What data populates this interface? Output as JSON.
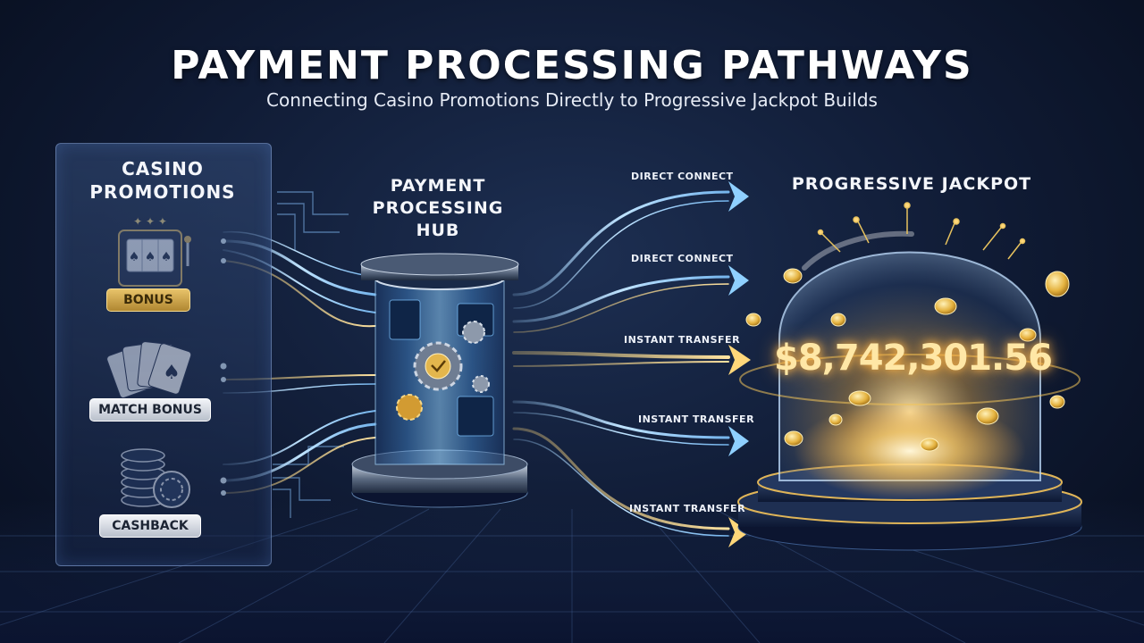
{
  "header": {
    "title": "PAYMENT PROCESSING PATHWAYS",
    "subtitle": "Connecting Casino Promotions Directly to Progressive Jackpot Builds"
  },
  "promotions": {
    "title_line1": "CASINO",
    "title_line2": "PROMOTIONS",
    "items": [
      {
        "label": "BONUS",
        "icon": "slot-machine-icon"
      },
      {
        "label": "MATCH BONUS",
        "icon": "playing-cards-icon"
      },
      {
        "label": "CASHBACK",
        "icon": "poker-chips-icon"
      }
    ]
  },
  "hub": {
    "title_line1": "PAYMENT",
    "title_line2": "PROCESSING",
    "title_line3": "HUB"
  },
  "pathways": [
    {
      "label": "DIRECT CONNECT"
    },
    {
      "label": "DIRECT CONNECT"
    },
    {
      "label": "INSTANT TRANSFER"
    },
    {
      "label": "INSTANT TRANSFER"
    },
    {
      "label": "INSTANT TRANSFER"
    }
  ],
  "jackpot": {
    "title": "PROGRESSIVE JACKPOT",
    "amount": "$8,742,301.56"
  },
  "colors": {
    "background": "#0f1a33",
    "flow_blue": "#7fc4ff",
    "flow_gold": "#f2c45a",
    "gold_pill": "#d4a94b"
  }
}
